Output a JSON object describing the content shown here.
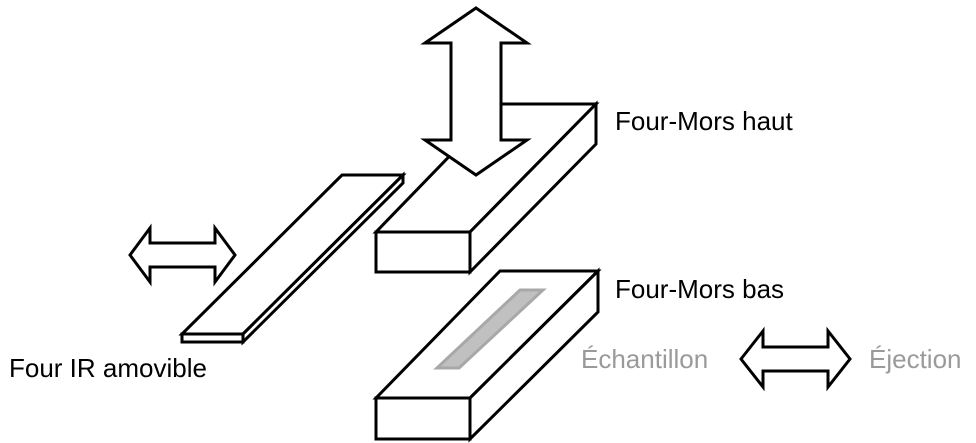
{
  "labels": {
    "upper_jaw": "Four-Mors haut",
    "lower_jaw": "Four-Mors bas",
    "ir_oven": "Four IR amovible",
    "sample": "Échantillon",
    "ejection": "Éjection"
  },
  "colors": {
    "outline": "#000000",
    "sample_fill": "#c0c0c0",
    "sample_stroke": "#a8a8a8",
    "grey_text": "#9a9a9a"
  },
  "icons": {
    "vertical_arrow": "double-arrow-vertical",
    "horizontal_arrow_left": "double-arrow-horizontal",
    "horizontal_arrow_right": "double-arrow-horizontal"
  }
}
